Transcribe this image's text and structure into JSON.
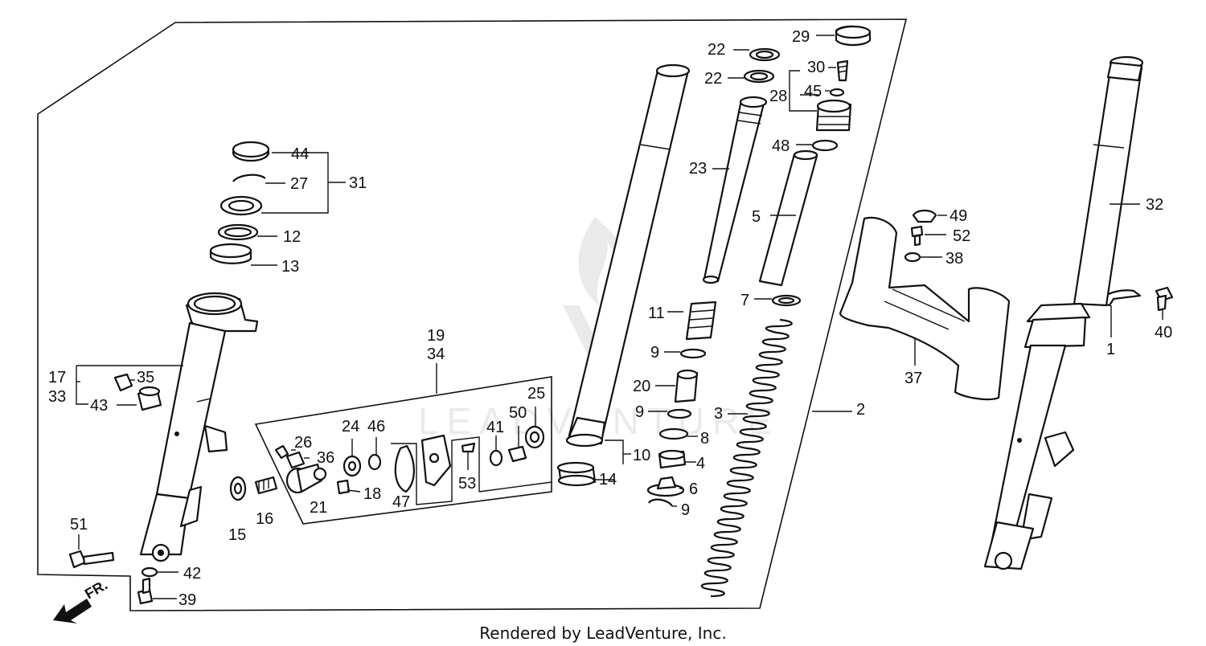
{
  "diagram": {
    "footer_text": "Rendered by LeadVenture, Inc.",
    "watermark_text": "LEADVENTURE",
    "direction_label": "FR.",
    "callouts": [
      {
        "id": "c29",
        "label": "29"
      },
      {
        "id": "c22a",
        "label": "22"
      },
      {
        "id": "c22b",
        "label": "22"
      },
      {
        "id": "c30",
        "label": "30"
      },
      {
        "id": "c45",
        "label": "45"
      },
      {
        "id": "c28",
        "label": "28"
      },
      {
        "id": "c48",
        "label": "48"
      },
      {
        "id": "c23",
        "label": "23"
      },
      {
        "id": "c5",
        "label": "5"
      },
      {
        "id": "c7",
        "label": "7"
      },
      {
        "id": "c11",
        "label": "11"
      },
      {
        "id": "c9a",
        "label": "9"
      },
      {
        "id": "c20",
        "label": "20"
      },
      {
        "id": "c9b",
        "label": "9"
      },
      {
        "id": "c3",
        "label": "3"
      },
      {
        "id": "c2",
        "label": "2"
      },
      {
        "id": "c8",
        "label": "8"
      },
      {
        "id": "c4",
        "label": "4"
      },
      {
        "id": "c6",
        "label": "6"
      },
      {
        "id": "c9c",
        "label": "9"
      },
      {
        "id": "c10",
        "label": "10"
      },
      {
        "id": "c14",
        "label": "14"
      },
      {
        "id": "c44",
        "label": "44"
      },
      {
        "id": "c27",
        "label": "27"
      },
      {
        "id": "c31",
        "label": "31"
      },
      {
        "id": "c12",
        "label": "12"
      },
      {
        "id": "c13",
        "label": "13"
      },
      {
        "id": "c17",
        "label": "17"
      },
      {
        "id": "c33",
        "label": "33"
      },
      {
        "id": "c35",
        "label": "35"
      },
      {
        "id": "c43",
        "label": "43"
      },
      {
        "id": "c19",
        "label": "19"
      },
      {
        "id": "c34",
        "label": "34"
      },
      {
        "id": "c25",
        "label": "25"
      },
      {
        "id": "c50",
        "label": "50"
      },
      {
        "id": "c41",
        "label": "41"
      },
      {
        "id": "c24",
        "label": "24"
      },
      {
        "id": "c46",
        "label": "46"
      },
      {
        "id": "c26",
        "label": "26"
      },
      {
        "id": "c36",
        "label": "36"
      },
      {
        "id": "c21",
        "label": "21"
      },
      {
        "id": "c18",
        "label": "18"
      },
      {
        "id": "c47",
        "label": "47"
      },
      {
        "id": "c53",
        "label": "53"
      },
      {
        "id": "c15",
        "label": "15"
      },
      {
        "id": "c16",
        "label": "16"
      },
      {
        "id": "c51",
        "label": "51"
      },
      {
        "id": "c42",
        "label": "42"
      },
      {
        "id": "c39",
        "label": "39"
      },
      {
        "id": "c49",
        "label": "49"
      },
      {
        "id": "c52",
        "label": "52"
      },
      {
        "id": "c38",
        "label": "38"
      },
      {
        "id": "c32",
        "label": "32"
      },
      {
        "id": "c37",
        "label": "37"
      },
      {
        "id": "c1",
        "label": "1"
      },
      {
        "id": "c40",
        "label": "40"
      }
    ]
  }
}
